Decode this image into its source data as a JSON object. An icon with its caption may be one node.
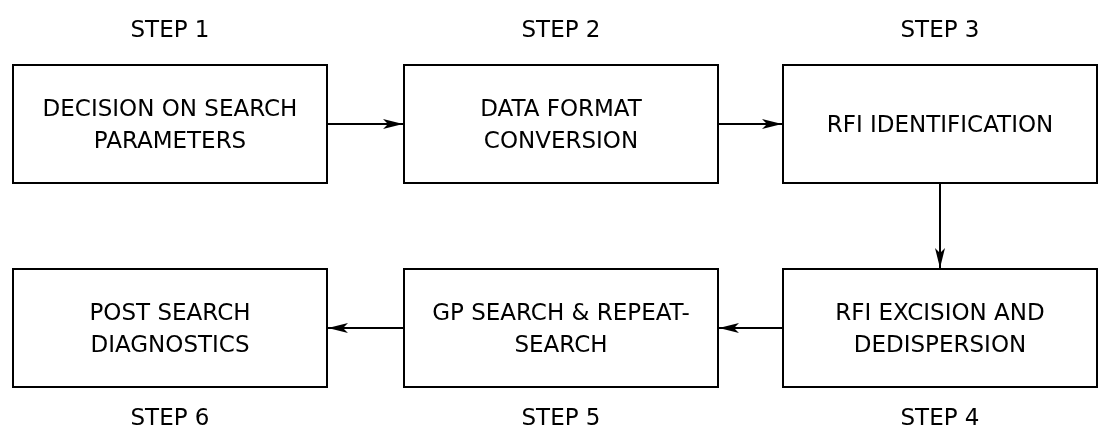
{
  "diagram": {
    "nodes": [
      {
        "text": [
          "DECISION ON SEARCH PARAMETERS"
        ],
        "beside": [
          "STEP 1"
        ]
      },
      {
        "text": [
          "DATA FORMAT CONVERSION"
        ],
        "beside": [
          "STEP 2"
        ]
      },
      {
        "text": [
          "RFI IDENTIFICATION"
        ],
        "beside": [
          "STEP 3"
        ]
      },
      {
        "text": [
          "POST SEARCH DIAGNOSTICS"
        ],
        "beside": [
          "STEP 6"
        ]
      },
      {
        "text": [
          "GP SEARCH & REPEAT-SEARCH"
        ],
        "beside": [
          "STEP 5"
        ]
      },
      {
        "text": [
          "RFI EXCISION AND DEDISPERSION"
        ],
        "beside": [
          "STEP 4"
        ]
      }
    ],
    "edges": [
      {
        "from": 0,
        "to": 1,
        "arrow": "to"
      },
      {
        "from": 1,
        "to": 2,
        "arrow": "to"
      },
      {
        "from": 2,
        "to": 5,
        "arrow": "to"
      },
      {
        "from": 5,
        "to": 4,
        "arrow": "to"
      },
      {
        "from": 4,
        "to": 3,
        "arrow": "to"
      }
    ]
  }
}
